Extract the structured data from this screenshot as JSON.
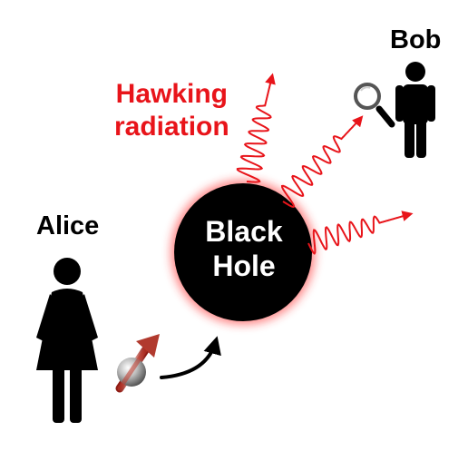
{
  "labels": {
    "bob": "Bob",
    "alice": "Alice",
    "hawking_line1": "Hawking",
    "hawking_line2": "radiation",
    "black_hole_line1": "Black",
    "black_hole_line2": "Hole"
  },
  "colors": {
    "radiation": "#e8141a",
    "black_hole": "#000000",
    "glow": "#ff2a2a",
    "text_dark": "#000000",
    "text_light": "#ffffff",
    "spin_arrow": "#c0392b",
    "particle": "#9a9a9a"
  },
  "icons": {
    "observer": "magnifier-icon",
    "person_male": "man-icon",
    "person_female": "woman-icon",
    "qubit": "spin-particle-icon"
  }
}
